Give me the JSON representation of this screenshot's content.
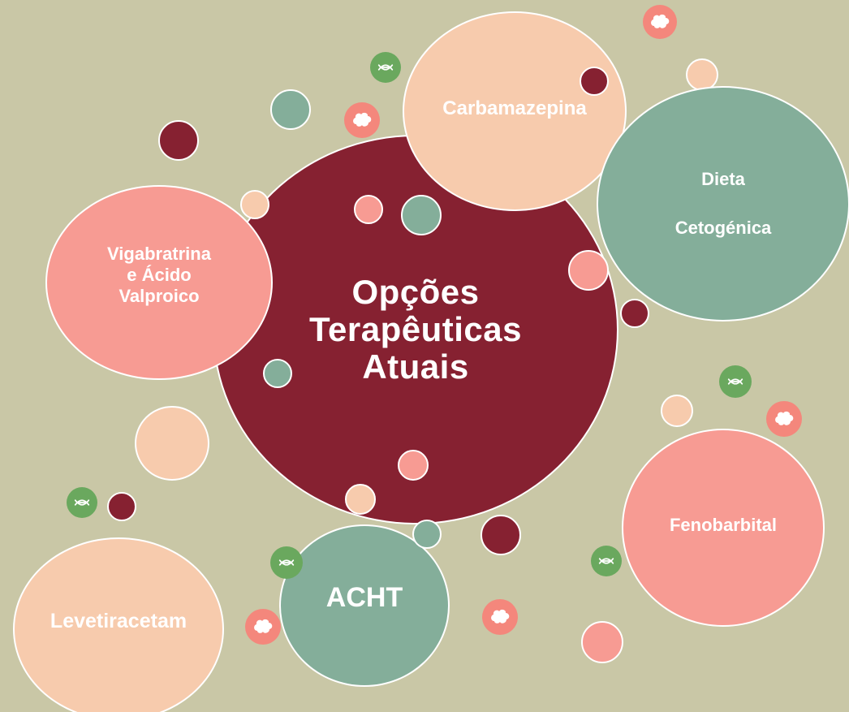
{
  "diagram": {
    "center": {
      "lines": [
        "Opções",
        "Terapêuticas",
        "Atuais"
      ]
    },
    "nodes": {
      "carbamazepina": {
        "label": "Carbamazepina"
      },
      "dieta": {
        "line1": "Dieta",
        "line2": "Cetogénica"
      },
      "vigabatrina": {
        "lines": [
          "Vigabratrina",
          "e Ácido",
          "Valproico"
        ]
      },
      "fenobarbital": {
        "label": "Fenobarbital"
      },
      "acht": {
        "label": "ACHT"
      },
      "levetiracetam": {
        "label": "Levetiracetam"
      }
    }
  },
  "colors": {
    "background": "#c9c7a6",
    "maroon": "#862131",
    "peach": "#f7cbad",
    "sage": "#84ae9a",
    "coral": "#f79b93",
    "dna": "#6aa85e",
    "brain": "#f4877c"
  },
  "icons": [
    "dna-icon",
    "brain-icon"
  ]
}
